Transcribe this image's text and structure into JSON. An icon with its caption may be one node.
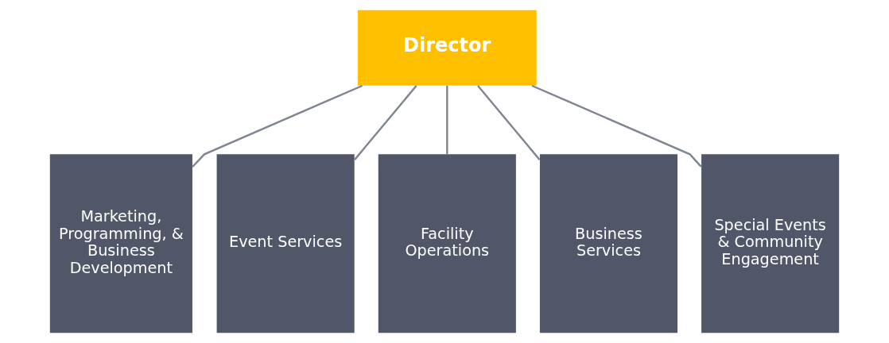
{
  "diagram": {
    "nodes": [
      {
        "text": [
          "Director"
        ]
      },
      {
        "text": [
          "Marketing, Programming, & Business Development"
        ]
      },
      {
        "text": [
          "Event Services"
        ]
      },
      {
        "text": [
          "Facility Operations"
        ]
      },
      {
        "text": [
          "Business Services"
        ]
      },
      {
        "text": [
          "Special Events & Community Engagement"
        ]
      }
    ],
    "edges": [
      {
        "from": 0,
        "to": 1,
        "arrow": "none"
      },
      {
        "from": 0,
        "to": 2,
        "arrow": "none"
      },
      {
        "from": 0,
        "to": 3,
        "arrow": "none"
      },
      {
        "from": 0,
        "to": 4,
        "arrow": "none"
      },
      {
        "from": 0,
        "to": 5,
        "arrow": "none"
      }
    ]
  }
}
